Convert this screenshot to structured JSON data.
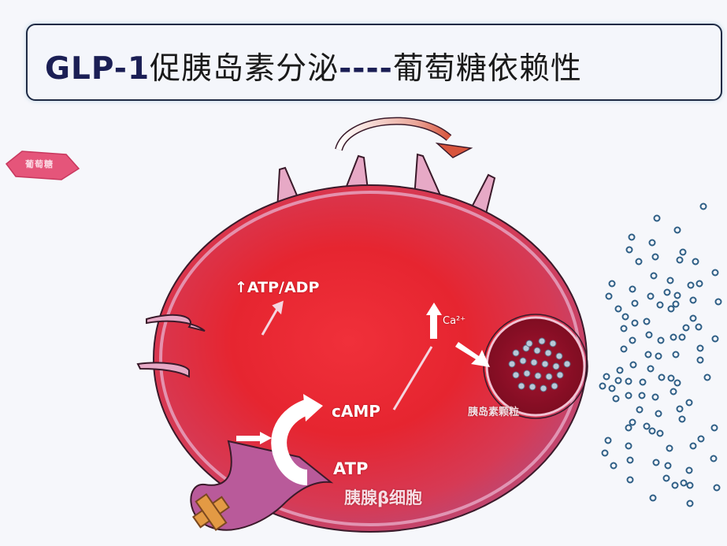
{
  "title": {
    "prefix": "GLP-1",
    "main": "促胰岛素分泌",
    "separator": "----",
    "suffix": "葡萄糖依赖性"
  },
  "glucose_tag": {
    "label": "葡萄糖"
  },
  "cell": {
    "name": "胰腺β细胞",
    "labels": {
      "atp_adp": "↑ATP/ADP",
      "camp": "cAMP",
      "atp": "ATP",
      "calcium": "Ca²⁺",
      "granule": "胰岛素颗粒"
    }
  },
  "colors": {
    "title_border": "#1e2a44",
    "title_text": "#141a3a",
    "cell_red": "#e8242e",
    "cell_membrane": "#c77aa0",
    "receptor_pink": "#e7a9c6",
    "granule_dark": "#8e1024",
    "insulin_dot": "#2f5f86",
    "exocytosis_arrow": "#d8553d",
    "background": "#f6f7fb"
  }
}
